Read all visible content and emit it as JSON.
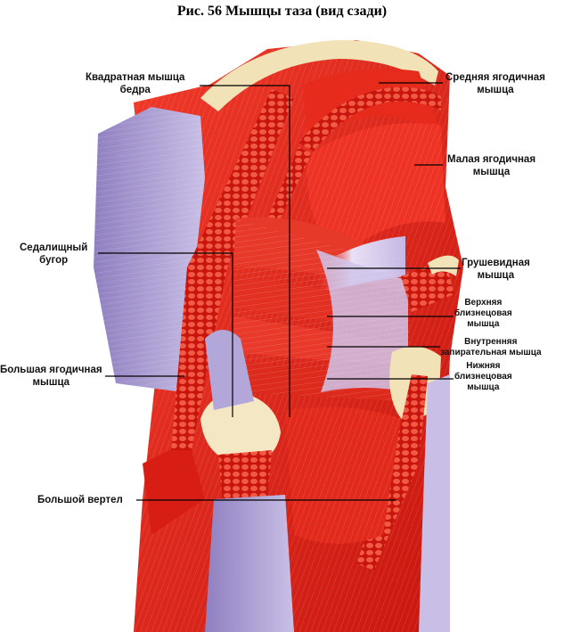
{
  "title": "Рис. 56 Мышцы таза (вид сзади)",
  "labels": {
    "quadratus_femoris": [
      "Квадратная мышца",
      "бедра"
    ],
    "gluteus_medius": [
      "Средняя ягодичная",
      "мышца"
    ],
    "gluteus_minimus": [
      "Малая ягодичная",
      "мышца"
    ],
    "ischial_tuberosity": [
      "Седалищный",
      "бугор"
    ],
    "piriformis": [
      "Грушевидная",
      "мышца"
    ],
    "superior_gemellus": [
      "Верхняя",
      "близнецовая",
      "мышца"
    ],
    "obturator_internus": [
      "Внутренняя",
      "запирательная мышца"
    ],
    "inferior_gemellus": [
      "Нижняя",
      "близнецовая",
      "мышца"
    ],
    "gluteus_maximus": [
      "Большая ягодичная",
      "мышца"
    ],
    "greater_trochanter": [
      "Большой вертел"
    ]
  },
  "colors": {
    "muscle_red": "#e8281e",
    "muscle_dark": "#b8120c",
    "tendon_purple": "#a697cf",
    "bone_cream": "#f2e2b8",
    "line": "#000000"
  }
}
